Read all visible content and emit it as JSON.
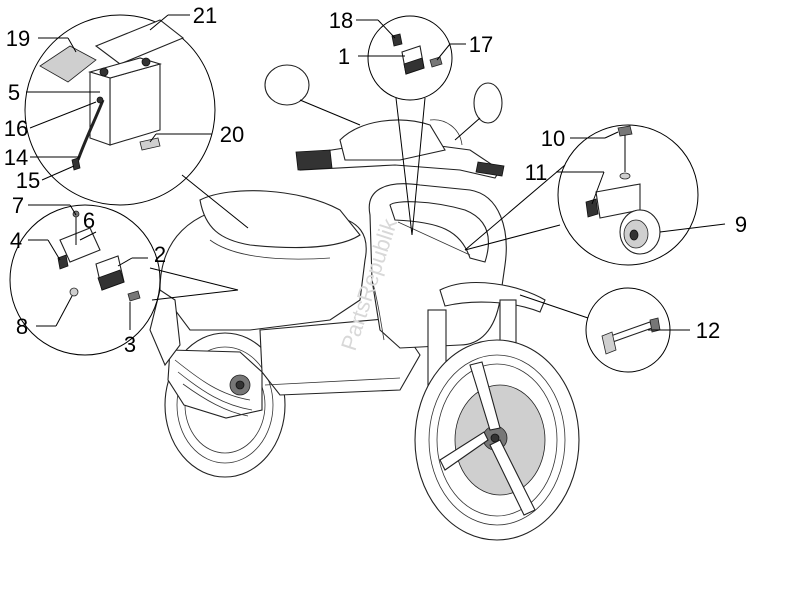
{
  "watermark": "PartsRepublik",
  "callouts": {
    "n1": "1",
    "n2": "2",
    "n3": "3",
    "n4": "4",
    "n5": "5",
    "n6": "6",
    "n7": "7",
    "n8": "8",
    "n9": "9",
    "n10": "10",
    "n11": "11",
    "n12": "12",
    "n14": "14",
    "n15": "15",
    "n16": "16",
    "n17": "17",
    "n18": "18",
    "n19": "19",
    "n20": "20",
    "n21": "21"
  }
}
